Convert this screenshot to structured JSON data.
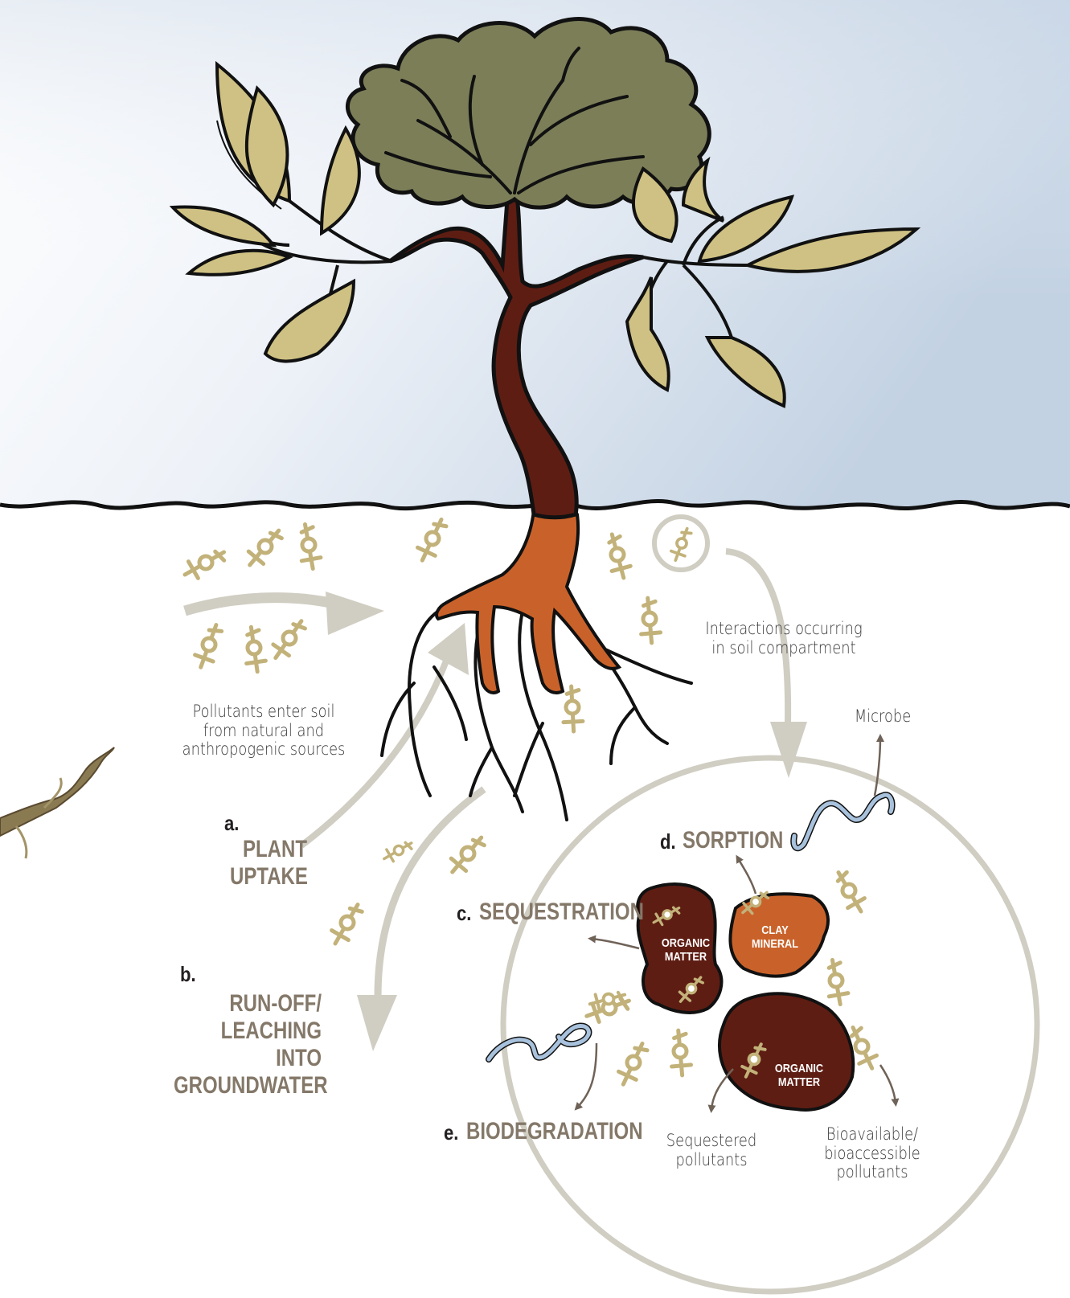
{
  "labels": {
    "sources": "Pollutants enter soil\nfrom natural and\nanthropogenic sources",
    "interactions": "Interactions occurring\nin soil compartment",
    "microbe": "Microbe",
    "sequestered": "Sequestered\npollutants",
    "bioavailable": "Bioavailable/\nbioaccessible\npollutants"
  },
  "processes": {
    "a_letter": "a.",
    "a_text": "PLANT\nUPTAKE",
    "b_letter": "b.",
    "b_text": "RUN-OFF/\nLEACHING INTO\nGROUNDWATER",
    "c_letter": "c.",
    "c_text": "SEQUESTRATION",
    "d_letter": "d.",
    "d_text": "SORPTION",
    "e_letter": "e.",
    "e_text": "BIODEGRADATION"
  },
  "blobs": {
    "organic_1": "ORGANIC\nMATTER",
    "clay": "CLAY\nMINERAL",
    "organic_2": "ORGANIC\nMATTER"
  },
  "colors": {
    "sky_top": "#c3d2e3",
    "leaf": "#cfc183",
    "canopy": "#7c7e58",
    "trunk": "#5e1d13",
    "root": "#c9622a",
    "pollutant": "#c2b27a",
    "arrow_gray": "#d0cdc2",
    "label_brown": "#847869",
    "microbe": "#a8c2dd"
  }
}
